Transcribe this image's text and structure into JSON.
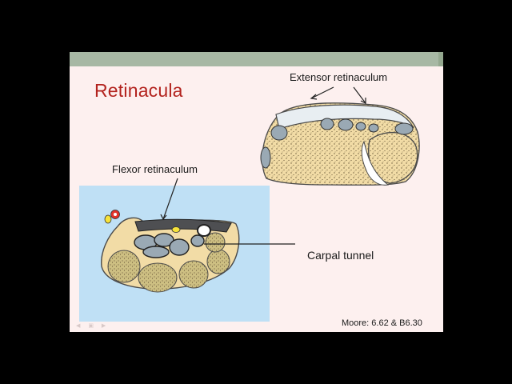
{
  "slide": {
    "title": "Retinacula",
    "labels": {
      "extensor": "Extensor retinaculum",
      "flexor": "Flexor retinaculum",
      "carpal_tunnel": "Carpal tunnel"
    },
    "reference": "Moore: 6.62 & B6.30"
  },
  "colors": {
    "title": "#b3231e",
    "header_bar": "#a7b8a4",
    "slide_bg": "#fdf0ef",
    "panel_bg": "#bfe0f5",
    "bone": "#f2dca6",
    "marrow": "#c9bb7c",
    "tendon": "#9aa9b4"
  },
  "icons": {
    "nav": "slide-navigation-icons"
  }
}
